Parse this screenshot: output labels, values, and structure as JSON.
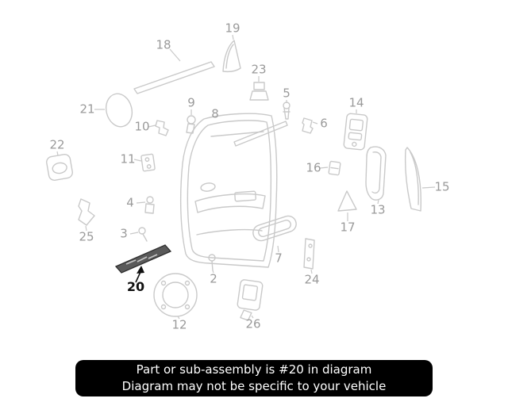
{
  "diagram": {
    "highlighted_part": "20",
    "labels": {
      "2": "2",
      "3": "3",
      "4": "4",
      "5": "5",
      "6": "6",
      "7": "7",
      "8": "8",
      "9": "9",
      "10": "10",
      "11": "11",
      "12": "12",
      "13": "13",
      "14": "14",
      "15": "15",
      "16": "16",
      "17": "17",
      "18": "18",
      "19": "19",
      "20": "20",
      "21": "21",
      "22": "22",
      "23": "23",
      "24": "24",
      "25": "25",
      "26": "26"
    }
  },
  "banner": {
    "line1": "Part or sub-assembly is #20 in diagram",
    "line2": "Diagram may not be specific to your vehicle"
  },
  "colors": {
    "art": "#c9c9c9",
    "label": "#9a9a9a",
    "highlight": "#5a5a5a",
    "highlight_stroke": "#2e2e2e",
    "banner_bg": "#000000",
    "banner_text": "#ffffff"
  }
}
